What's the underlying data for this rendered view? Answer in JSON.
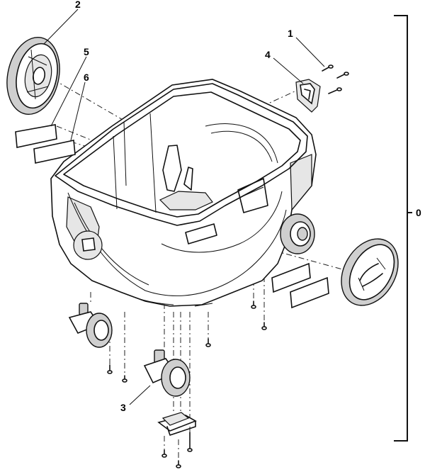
{
  "callouts": {
    "c0": "0",
    "c1": "1",
    "c2": "2",
    "c3": "3",
    "c4": "4",
    "c5": "5",
    "c6": "6"
  },
  "parts": {
    "tub": "tub-housing-icon",
    "wheel_cover_left": "wheel-cover-icon",
    "wheel_cover_right": "wheel-cover-icon",
    "caster_left": "caster-wheel-icon",
    "caster_center": "caster-wheel-icon",
    "latch": "latch-bracket-icon",
    "caster_bracket": "caster-bracket-icon",
    "screws": "screw-icon",
    "labels": "label-sticker-icon"
  }
}
